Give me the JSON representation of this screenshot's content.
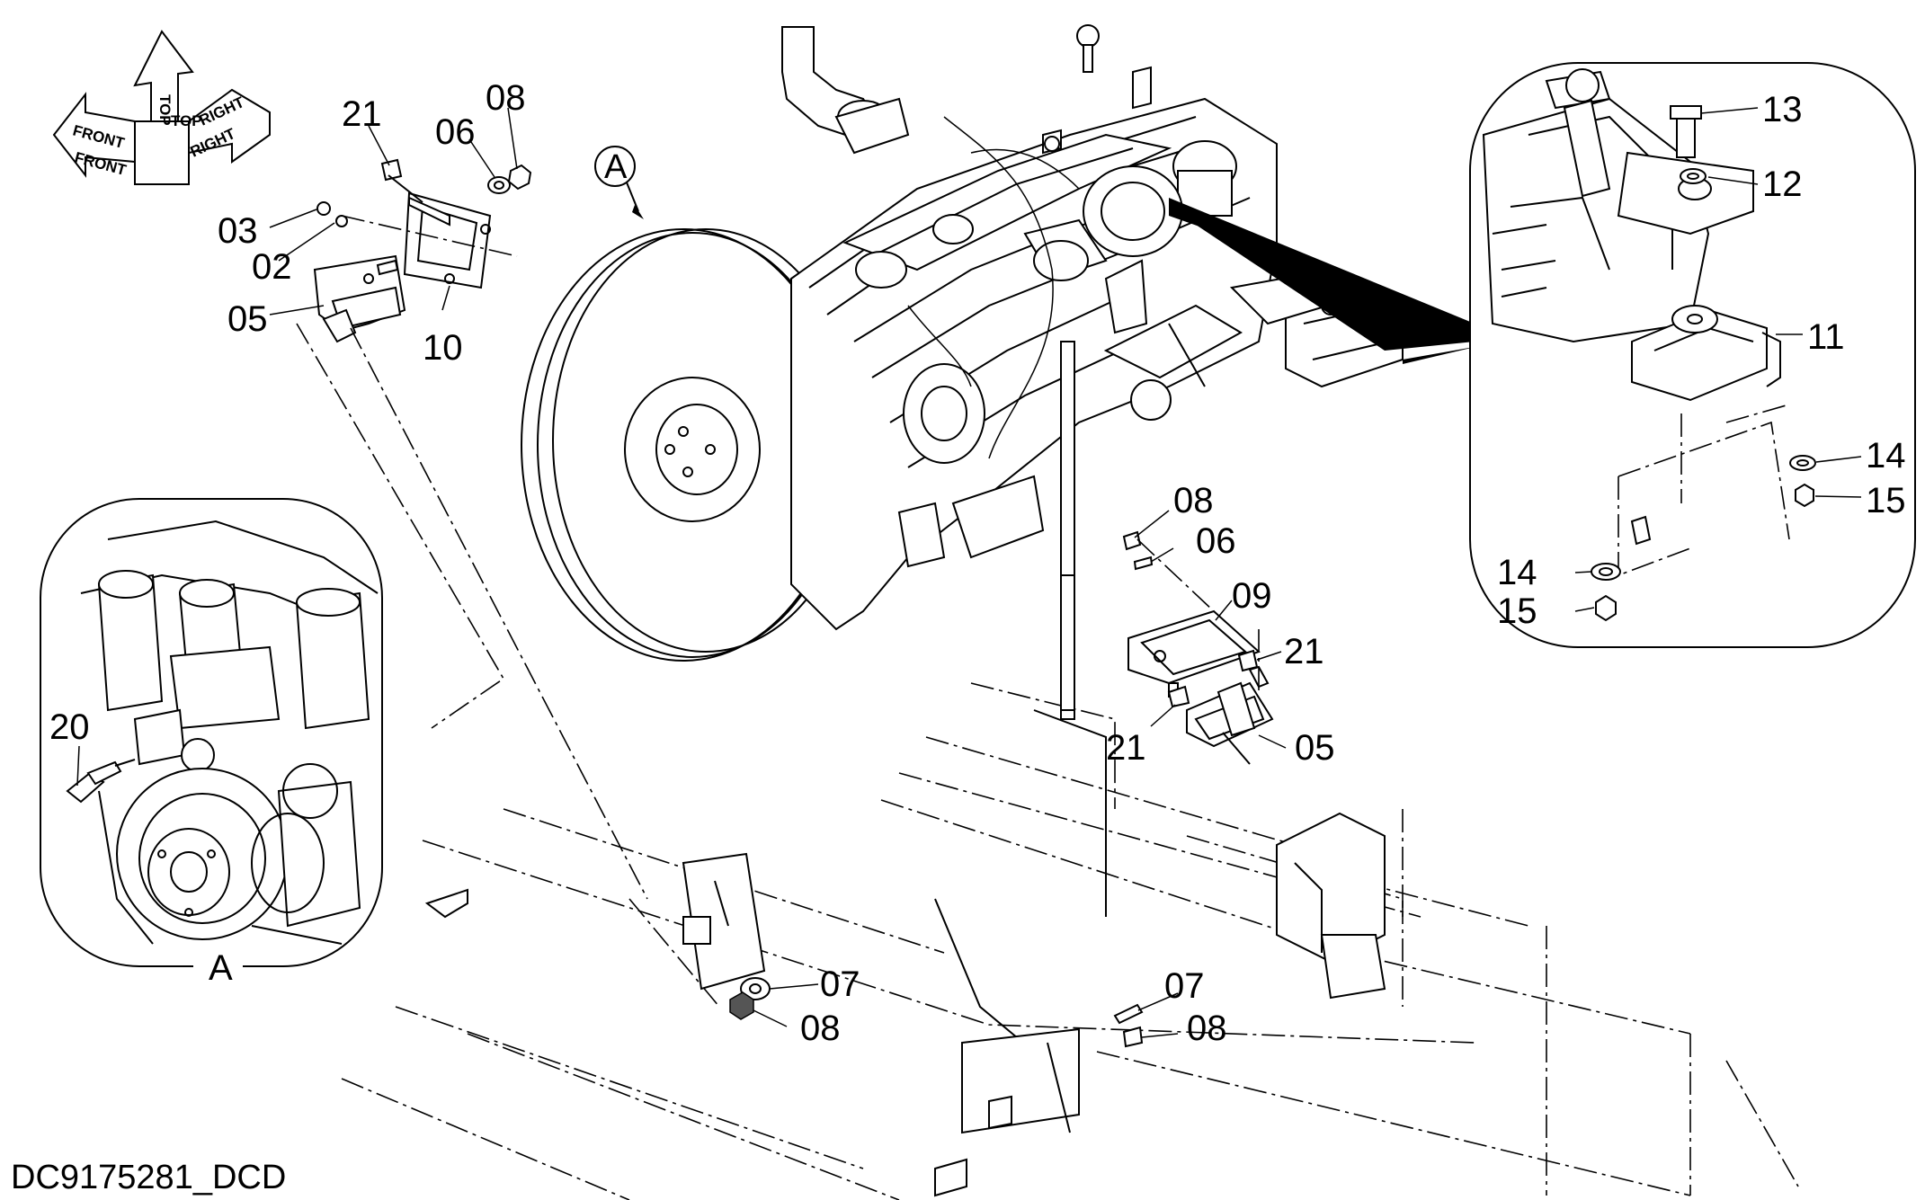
{
  "diagram": {
    "drawing_code": "DC9175281_DCD",
    "orientation_arrows": {
      "top": "TOP",
      "front": "FRONT",
      "right": "RIGHT"
    },
    "detail_callout": "A",
    "detail_caption": "A",
    "part_labels": [
      {
        "id": "lbl-21-top",
        "text": "21"
      },
      {
        "id": "lbl-08-top",
        "text": "08"
      },
      {
        "id": "lbl-06-top",
        "text": "06"
      },
      {
        "id": "lbl-03",
        "text": "03"
      },
      {
        "id": "lbl-02",
        "text": "02"
      },
      {
        "id": "lbl-05-left",
        "text": "05"
      },
      {
        "id": "lbl-10",
        "text": "10"
      },
      {
        "id": "lbl-13",
        "text": "13"
      },
      {
        "id": "lbl-12",
        "text": "12"
      },
      {
        "id": "lbl-11",
        "text": "11"
      },
      {
        "id": "lbl-14-right",
        "text": "14"
      },
      {
        "id": "lbl-15-right",
        "text": "15"
      },
      {
        "id": "lbl-14-left",
        "text": "14"
      },
      {
        "id": "lbl-15-left",
        "text": "15"
      },
      {
        "id": "lbl-08-mid",
        "text": "08"
      },
      {
        "id": "lbl-06-mid",
        "text": "06"
      },
      {
        "id": "lbl-09",
        "text": "09"
      },
      {
        "id": "lbl-21-mid",
        "text": "21"
      },
      {
        "id": "lbl-21-low",
        "text": "21"
      },
      {
        "id": "lbl-05-right",
        "text": "05"
      },
      {
        "id": "lbl-20",
        "text": "20"
      },
      {
        "id": "lbl-07-left",
        "text": "07"
      },
      {
        "id": "lbl-08-bl",
        "text": "08"
      },
      {
        "id": "lbl-07-right",
        "text": "07"
      },
      {
        "id": "lbl-08-br",
        "text": "08"
      }
    ]
  }
}
